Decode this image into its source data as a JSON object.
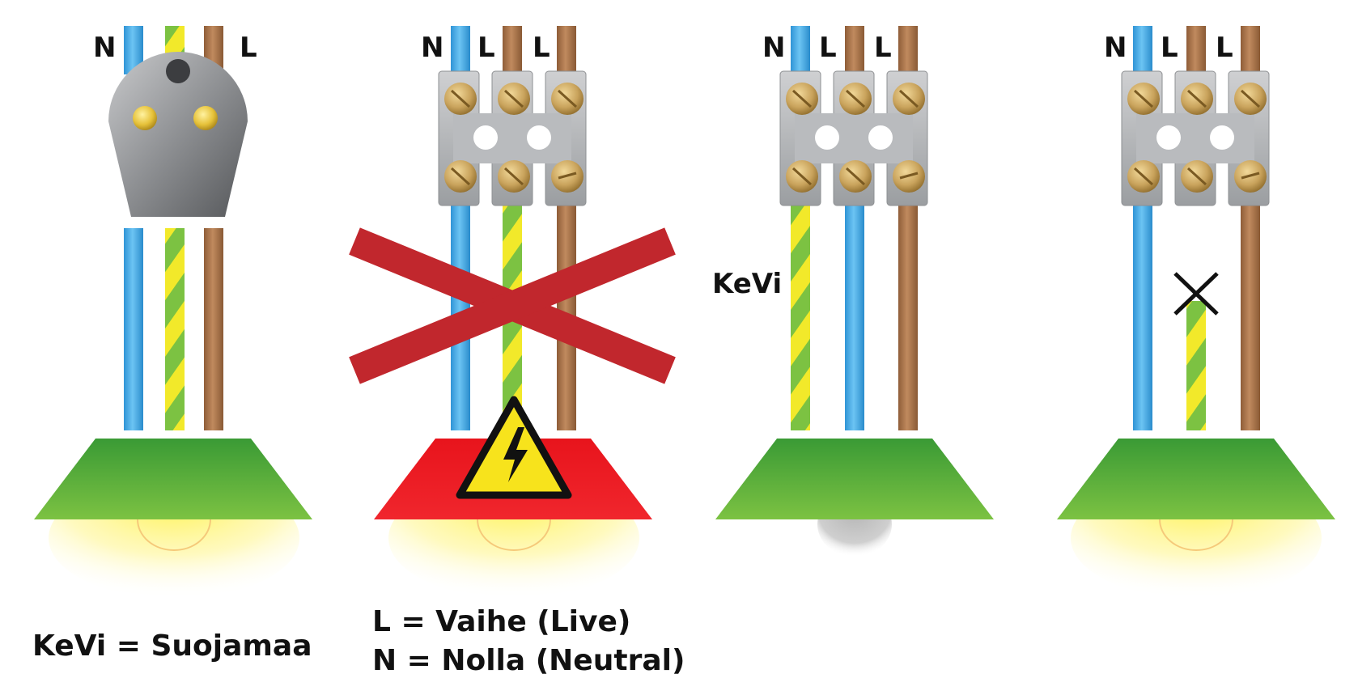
{
  "panels": [
    {
      "wire_labels": [
        "N",
        "L"
      ],
      "status": "correct-plug"
    },
    {
      "wire_labels": [
        "N",
        "L",
        "L"
      ],
      "status": "forbidden-earth-as-live"
    },
    {
      "wire_labels": [
        "N",
        "L",
        "L"
      ],
      "status": "earth-not-connected-lamp-off",
      "side_label": "KeVi"
    },
    {
      "wire_labels": [
        "N",
        "L",
        "L"
      ],
      "status": "earth-cut-off-correct"
    }
  ],
  "legend": {
    "kevi": "KeVi = Suojamaa",
    "live": "L = Vaihe (Live)",
    "neutral": "N = Nolla (Neutral)"
  },
  "colors": {
    "neutral_wire": "#3fa9e6",
    "live_wire": "#a8724a",
    "earth_green": "#7cc242",
    "earth_yellow": "#f2e92a",
    "lamp_shade": "#6cbe45",
    "danger_shade": "#ee1c25",
    "forbidden_cross": "#c1272d",
    "warning_yellow": "#f7e31c",
    "glow": "#fff24a"
  }
}
